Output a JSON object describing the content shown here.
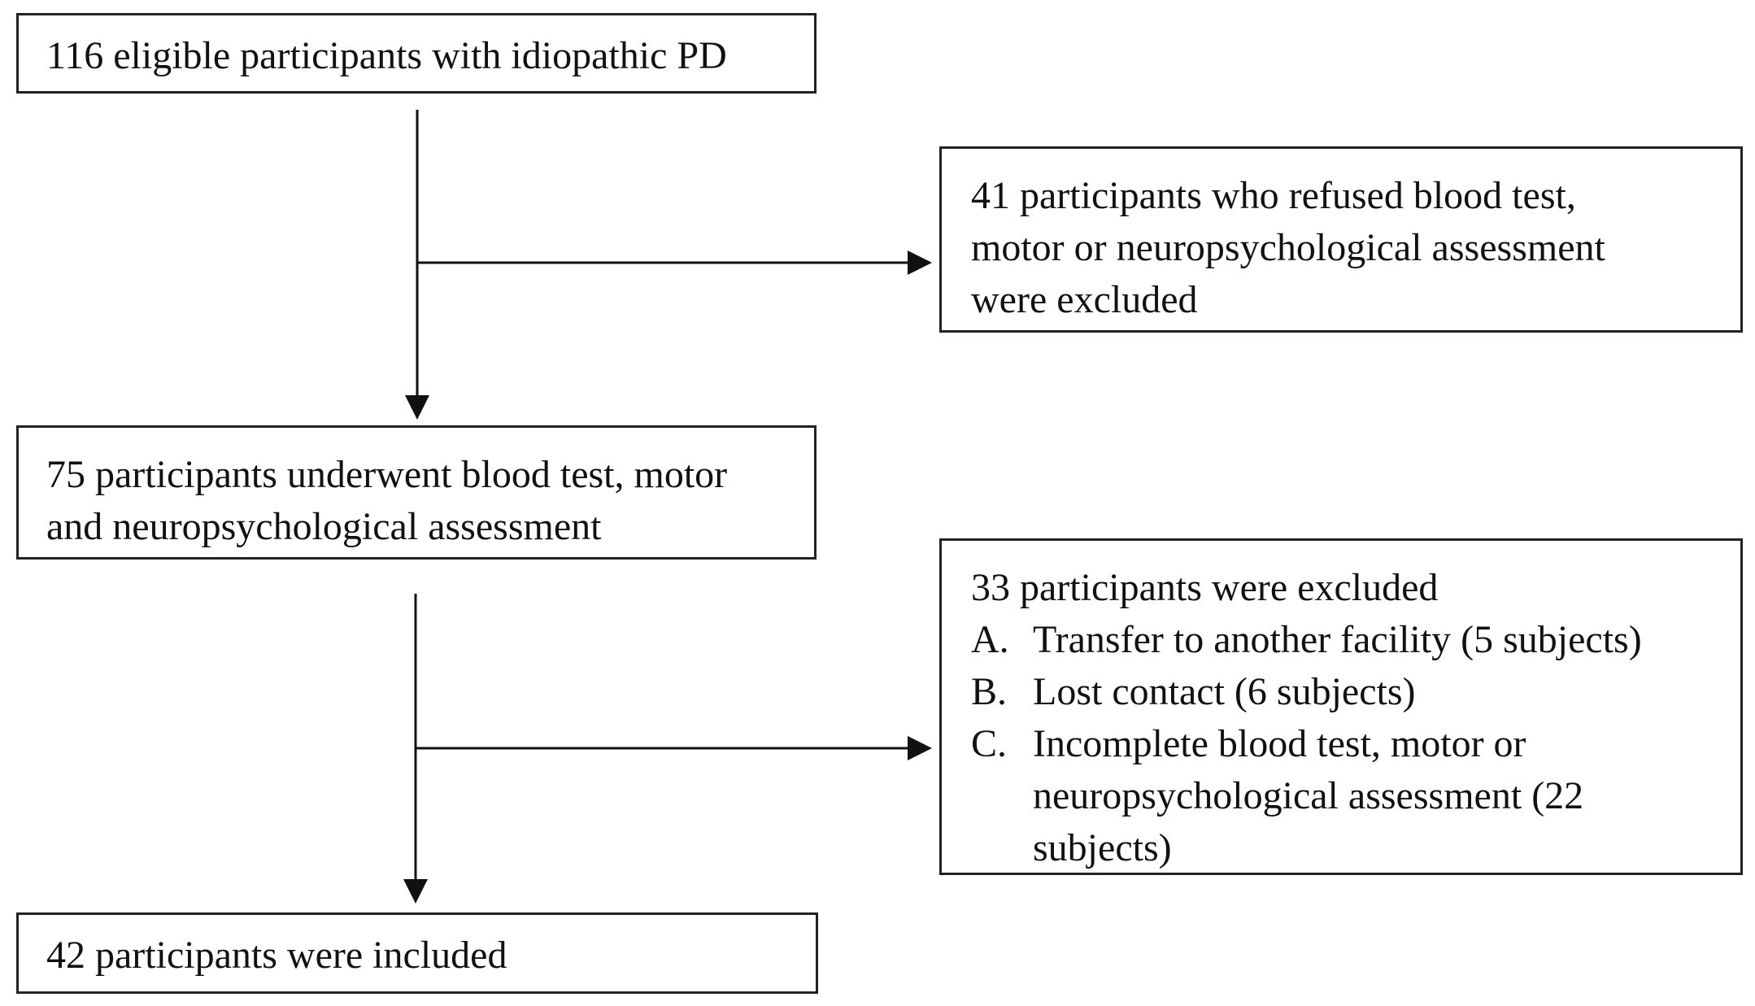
{
  "diagram": {
    "type": "flowchart",
    "boxes": {
      "eligible": {
        "lines": [
          "116 eligible participants with idiopathic PD"
        ]
      },
      "excluded_1": {
        "lines": [
          "41 participants who refused blood test,",
          "motor or neuropsychological assessment",
          "were excluded"
        ]
      },
      "underwent": {
        "lines": [
          "75 participants underwent blood test, motor",
          "and neuropsychological assessment"
        ]
      },
      "excluded_2": {
        "heading": "33 participants were excluded",
        "reasons": [
          {
            "letter": "A.",
            "text": "Transfer to another facility (5 subjects)"
          },
          {
            "letter": "B.",
            "text": "Lost contact (6 subjects)"
          },
          {
            "letter": "C.",
            "text": "Incomplete blood test, motor or neuropsychological assessment (22 subjects)"
          }
        ]
      },
      "included": {
        "lines": [
          "42 participants were included"
        ]
      }
    },
    "connections": [
      {
        "from": "eligible",
        "to": "underwent"
      },
      {
        "from": "eligible",
        "to": "excluded_1"
      },
      {
        "from": "underwent",
        "to": "included"
      },
      {
        "from": "underwent",
        "to": "excluded_2"
      }
    ],
    "colors": {
      "border": "#222222",
      "text": "#111111",
      "arrow": "#111111",
      "background": "#ffffff"
    }
  }
}
